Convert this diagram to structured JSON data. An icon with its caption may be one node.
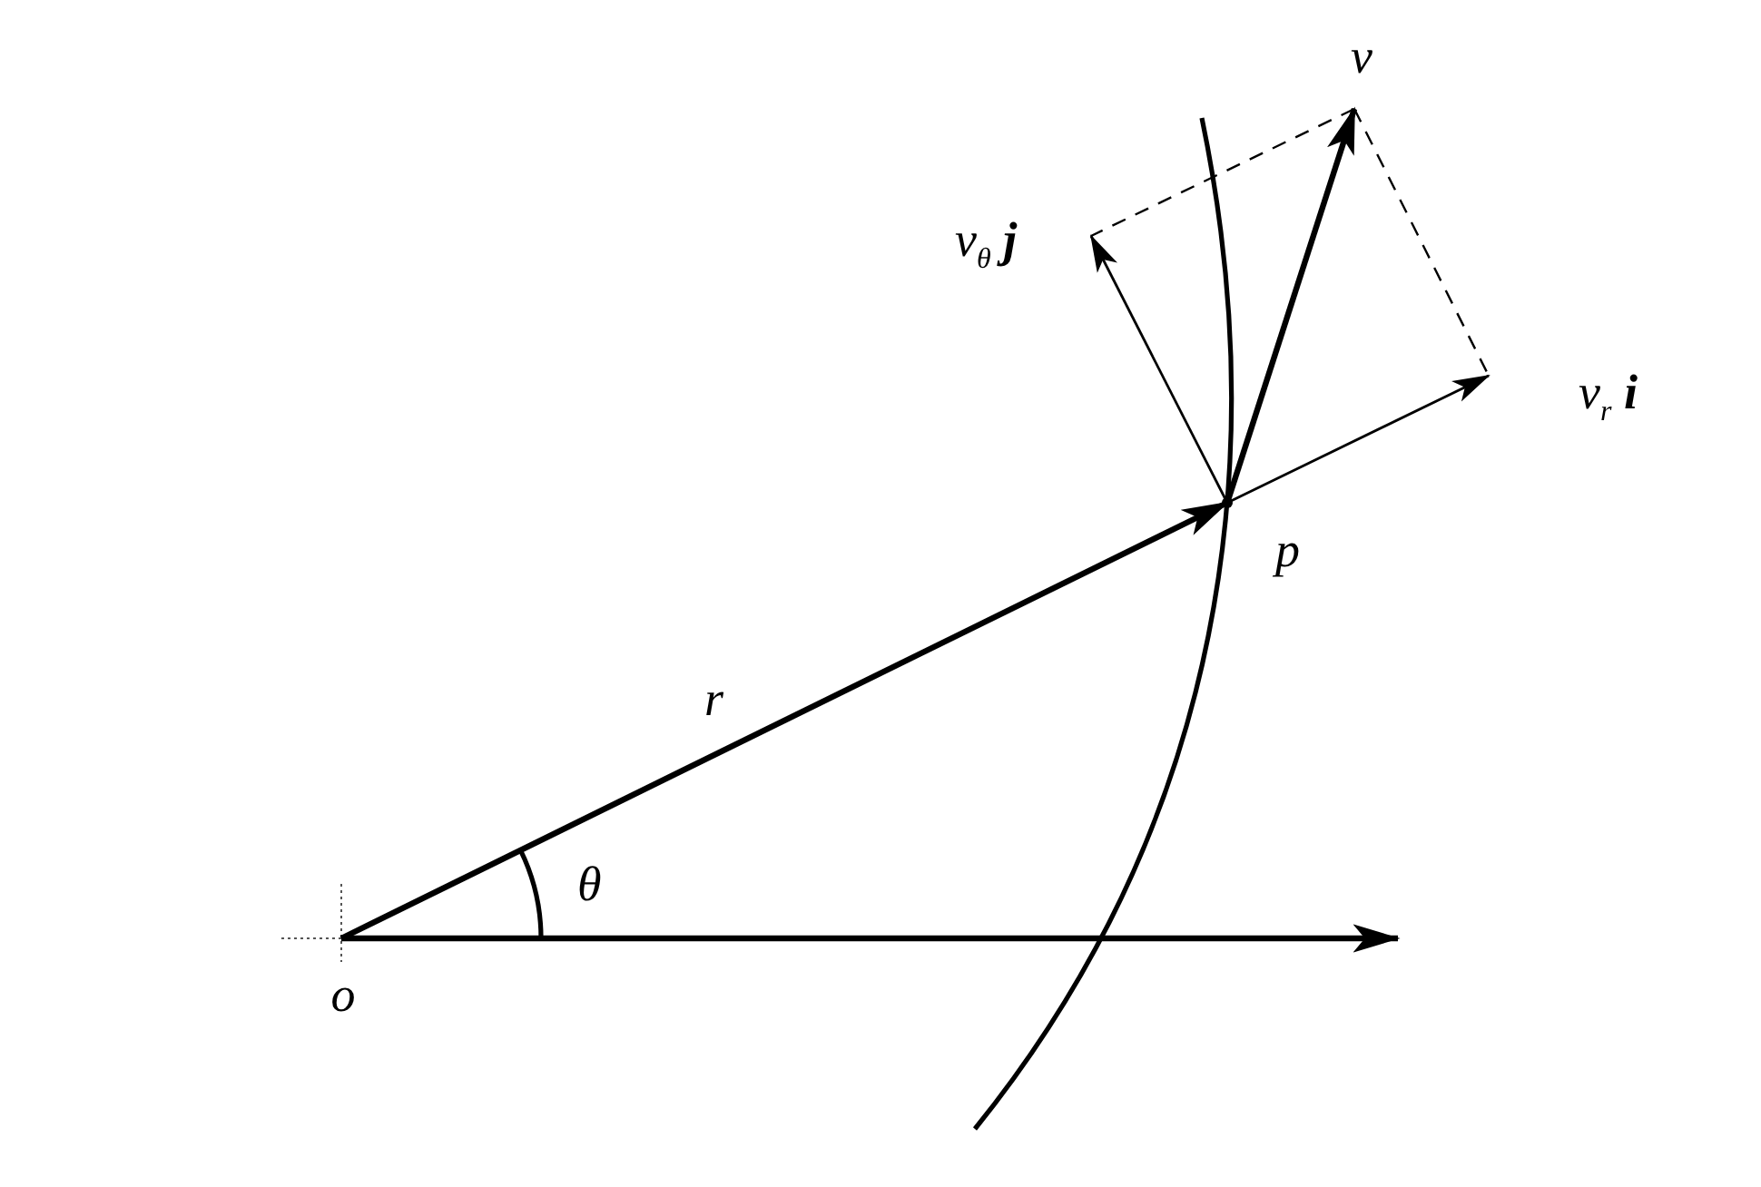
{
  "diagram": {
    "nodes": [
      {
        "text": [
          "o"
        ]
      },
      {
        "text": [
          "p"
        ]
      },
      {
        "text": [
          "v"
        ]
      },
      {
        "text": [
          "v$_{θ}$ **j**"
        ]
      },
      {
        "text": [
          "v$_{r}$ **i**"
        ]
      }
    ],
    "edges": [
      {
        "from": 0,
        "to": 1,
        "arrow": "to",
        "label": "r",
        "style": "thick"
      },
      {
        "from": 1,
        "to": 2,
        "arrow": "to",
        "style": "thick"
      },
      {
        "from": 1,
        "to": 3,
        "arrow": "to"
      },
      {
        "from": 1,
        "to": 4,
        "arrow": "to"
      },
      {
        "from": 0,
        "to": null,
        "arrow": "to",
        "style": "thick"
      },
      {
        "from": 2,
        "to": 3,
        "arrow": "none",
        "style": "dashed"
      },
      {
        "from": 2,
        "to": 4,
        "arrow": "none",
        "style": "dashed"
      }
    ],
    "labels": [
      "θ"
    ]
  }
}
